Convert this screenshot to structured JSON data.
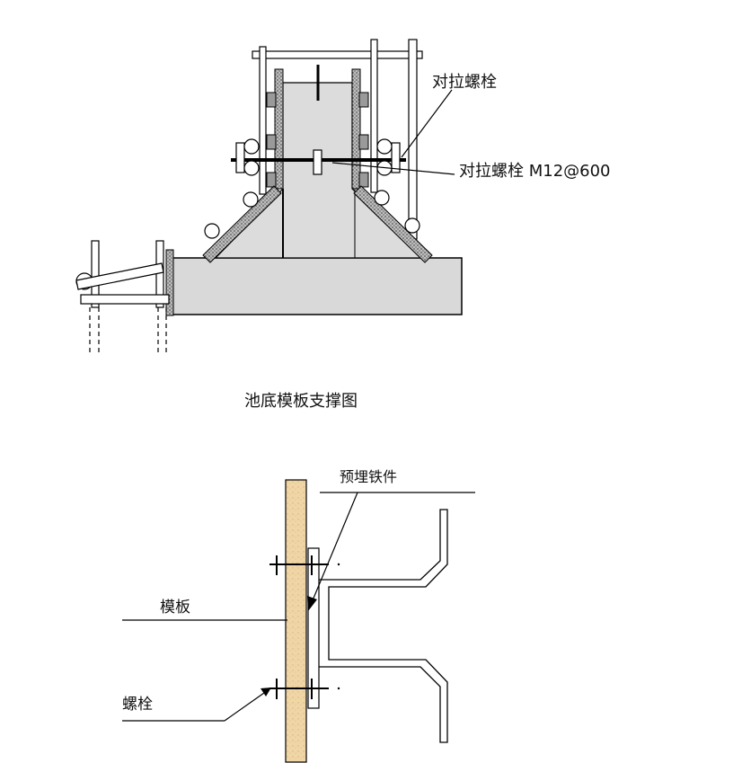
{
  "top_figure": {
    "caption": "池底模板支撑图",
    "label_bolt": "对拉螺栓",
    "label_bolt_spec": "对拉螺栓 M12@600"
  },
  "bottom_figure": {
    "label_embedded": "预埋铁件",
    "label_formwork": "模板",
    "label_bolt": "螺栓"
  },
  "colors": {
    "concrete": "#d9d9d9",
    "board_hatch": "#7a7a7a",
    "wood_board": "#f0d6a6",
    "line": "#000000"
  }
}
